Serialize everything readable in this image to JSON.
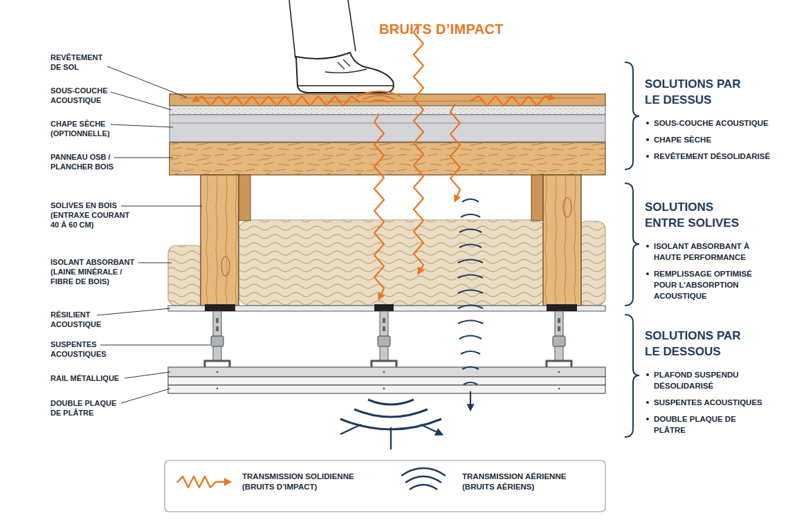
{
  "diagram": {
    "nodes": [
      {
        "text": [
          "SOLUTIONS PAR LE DESSUS",
          "SOUS-COUCHE ACOUSTIQUE",
          "CHAPE SÈCHE",
          "REVÊTEMENT DÉSOLIDARISÉ"
        ]
      },
      {
        "text": [
          "SOLUTIONS ENTRE SOLIVES",
          "ISOLANT ABSORBANT À HAUTE PERFORMANCE",
          "REMPLISSAGE OPTIMISÉ POUR L’ABSORPTION ACOUSTIQUE"
        ]
      },
      {
        "text": [
          "SOLUTIONS PAR LE DESSOUS",
          "PLAFOND SUSPENDU DÉSOLIDARISÉ",
          "SUSPENTES ACOUSTIQUES",
          "DOUBLE PLAQUE DE PLÂTRE"
        ]
      }
    ],
    "labels": [
      "BRUITS D’IMPACT",
      "REVÊTEMENT DE SOL",
      "SOUS-COUCHE ACOUSTIQUE",
      "CHAPE SÈCHE (OPTIONNELLE)",
      "PANNEAU OSB / PLANCHER BOIS",
      "SOLIVES EN BOIS (ENTRAXE COURANT 40 À 60 CM)",
      "ISOLANT ABSORBANT (LAINE MINÉRALE / FIBRE DE BOIS)",
      "RÉSILIENT ACOUSTIQUE",
      "SUSPENTES ACOUSTIQUES",
      "RAIL MÉTALLIQUE",
      "DOUBLE PLAQUE DE PLÂTRE"
    ],
    "legend": [
      {
        "text": "TRANSMISSION SOLIDIENNE (BRUITS D’IMPACT)"
      },
      {
        "text": "TRANSMISSION AÉRIENNE (BRUITS AÉRIENS)"
      }
    ]
  }
}
